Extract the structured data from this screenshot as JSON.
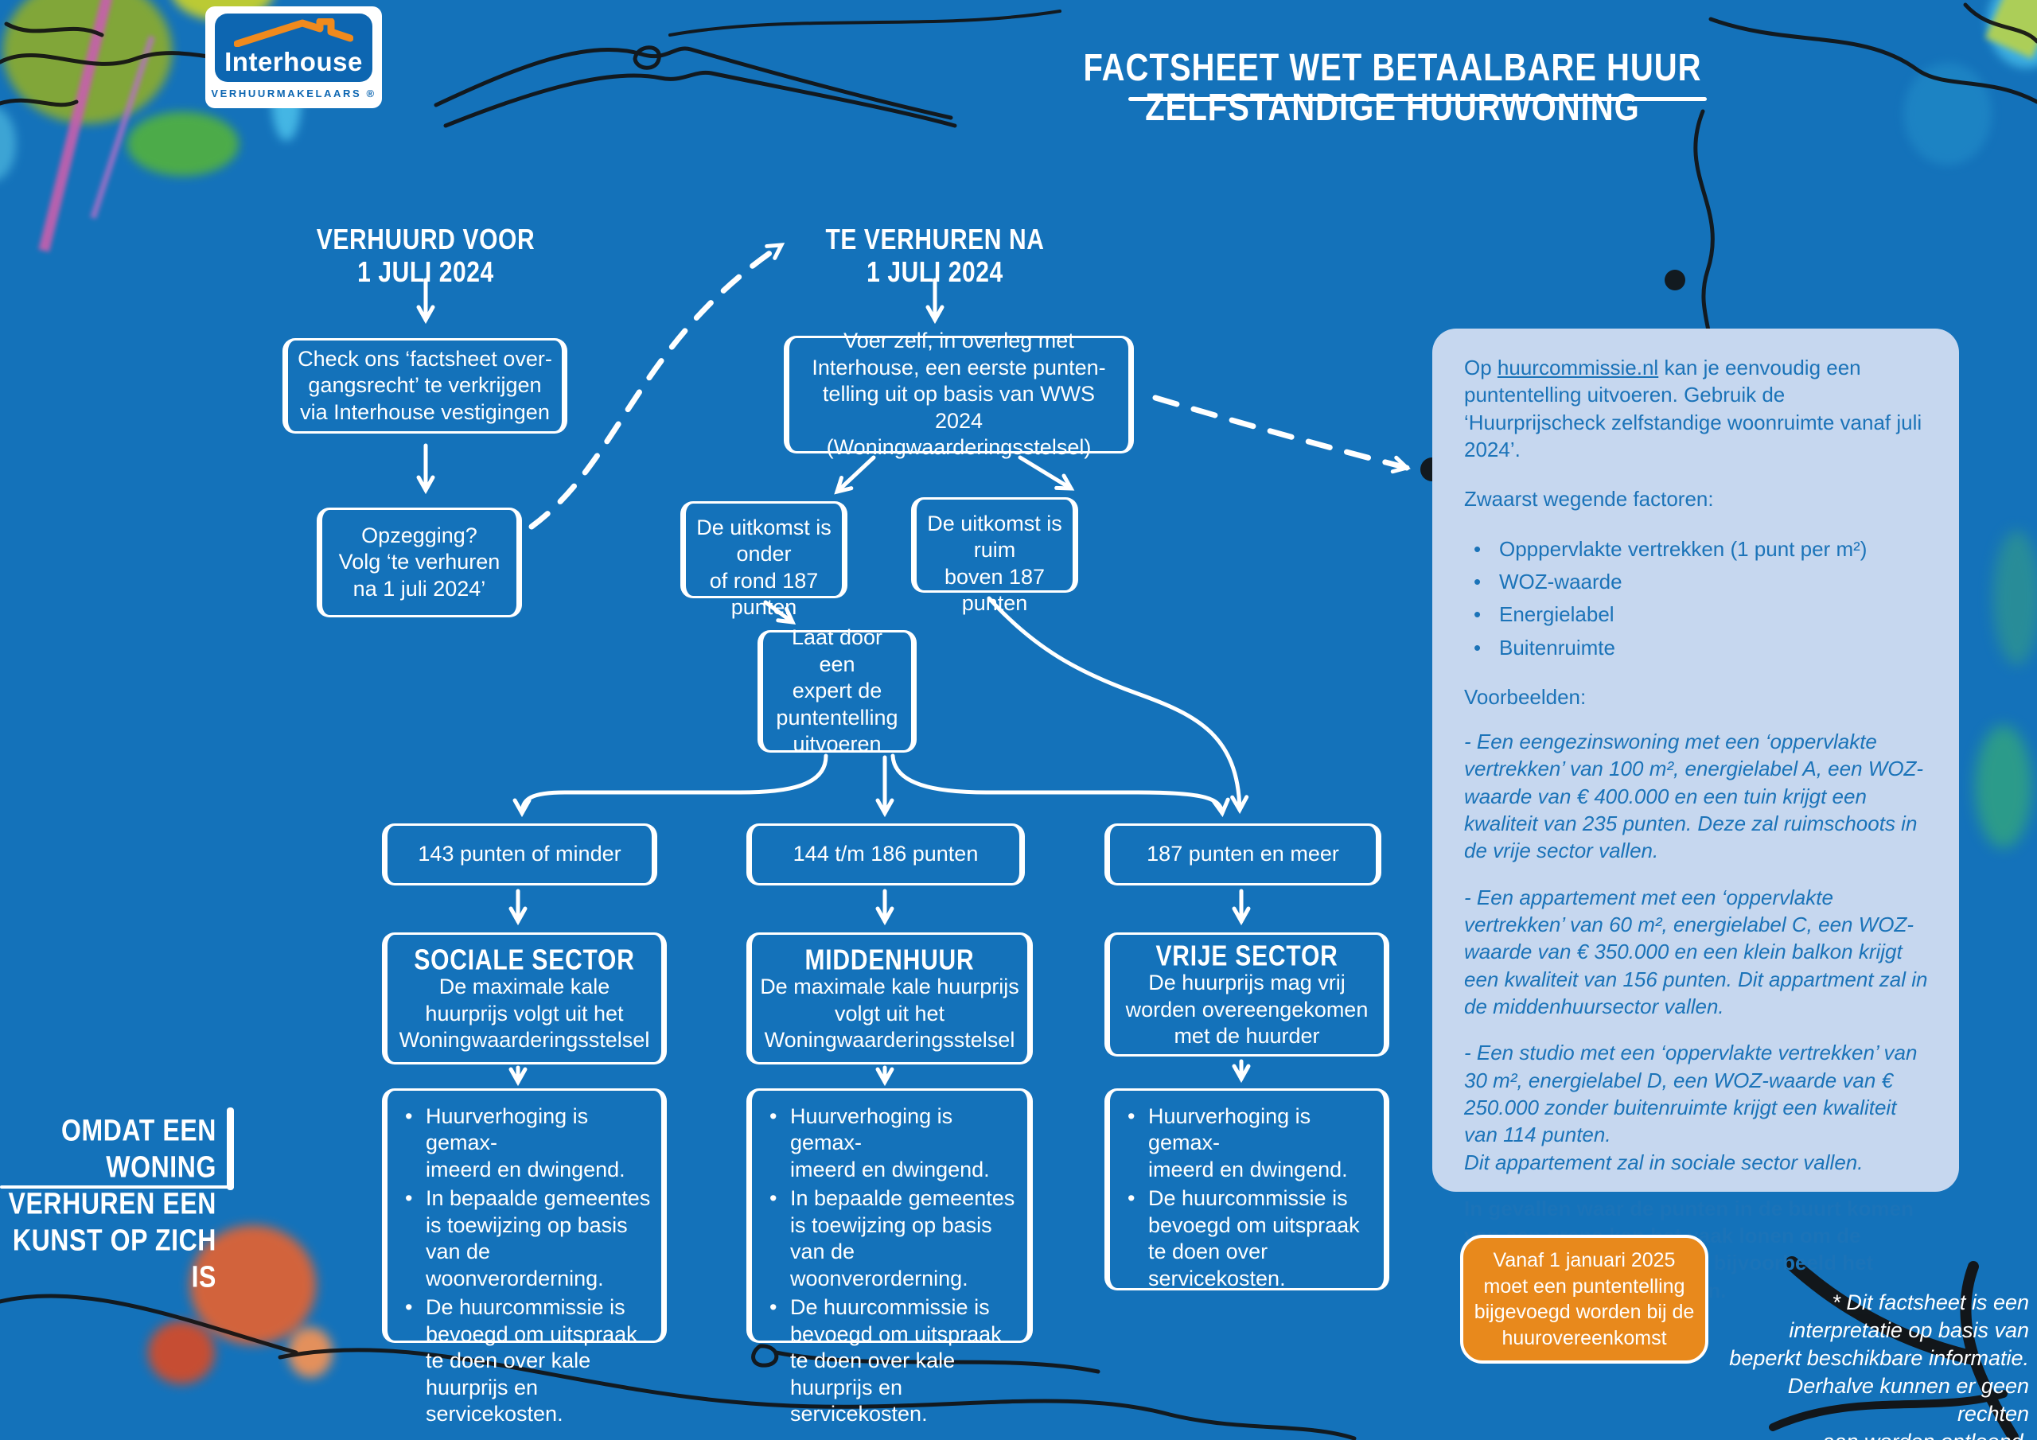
{
  "logo": {
    "brand": "Interhouse",
    "subtitle": "VERHUURMAKELAARS ®"
  },
  "title": "FACTSHEET WET BETAALBARE HUUR\nZELFSTANDIGE HUURWONING",
  "tagline": "OMDAT EEN WONING\nVERHUREN EEN\nKUNST OP ZICH IS",
  "flow": {
    "heading_left": "VERHUURD VOOR\n1 JULI 2024",
    "heading_right": "TE VERHUREN NA\n1 JULI 2024",
    "box_check": "Check ons ‘factsheet over-\ngangsrecht’ te verkrijgen\nvia Interhouse vestigingen",
    "box_opzegging": "Opzegging?\nVolg ‘te verhuren\nna 1 juli 2024’",
    "box_voer_zelf": "Voer zelf, in overleg met\nInterhouse, een eerste punten-\ntelling uit op basis van WWS 2024\n(Woningwaarderingsstelsel)",
    "box_onder": "De uitkomst is onder\nof rond 187 punten",
    "box_boven": "De uitkomst is ruim\nboven 187 punten",
    "box_expert": "Laat door een\nexpert de\npuntentelling\nuitvoeren",
    "columns": [
      {
        "points": "143 punten of minder",
        "sector_title": "SOCIALE SECTOR",
        "sector_body": "De maximale kale huurprijs volgt uit het Woningwaarderingsstelsel",
        "bullets": [
          "Huurverhoging is gemax-\nimeerd en dwingend.",
          "In bepaalde gemeentes is toewijzing op basis van de woonverorderning.",
          "De huurcommissie is bevoegd om uitspraak te doen over kale huurprijs en servicekosten."
        ]
      },
      {
        "points": "144 t/m 186 punten",
        "sector_title": "MIDDENHUUR",
        "sector_body": "De maximale kale huurprijs volgt uit het Woningwaarderingsstelsel",
        "bullets": [
          "Huurverhoging is gemax-\nimeerd en dwingend.",
          "In bepaalde gemeentes is toewijzing op basis van de woonverorderning.",
          "De huurcommissie is bevoegd om uitspraak te doen over kale huurprijs en servicekosten."
        ]
      },
      {
        "points": "187 punten en meer",
        "sector_title": "VRIJE SECTOR",
        "sector_body": "De huurprijs mag vrij worden overeengekomen met de huurder",
        "bullets": [
          "Huurverhoging is gemax-\nimeerd en dwingend.",
          "De huurcommissie is bevoegd om uitspraak te doen over servicekosten."
        ]
      }
    ]
  },
  "panel": {
    "intro_prefix": "Op ",
    "intro_link": "huurcommissie.nl",
    "intro_suffix": " kan je eenvoudig een puntentelling uitvoeren. Gebruik de ‘Huurprijscheck zelfstandige woonruimte vanaf juli 2024’.",
    "factors_heading": "Zwaarst wegende factoren:",
    "factors": [
      "Opppervlakte vertrekken (1 punt per m²)",
      "WOZ-waarde",
      "Energielabel",
      "Buitenruimte"
    ],
    "examples_heading": "Voorbeelden:",
    "examples": [
      "- Een eengezinswoning met een ‘oppervlakte vertrekken’ van 100 m², energielabel A, een WOZ-waarde van € 400.000 en een tuin krijgt een kwaliteit van 235 punten. Deze zal ruimschoots in de vrije sector vallen.",
      "- Een appartement met een ‘oppervlakte vertrekken’ van 60 m², energielabel C, een WOZ-waarde van € 350.000 en een klein balkon krijgt een kwaliteit van 156 punten. Dit appartment zal in de middenhuursector vallen.",
      "- Een studio met een ‘oppervlakte vertrekken’ van 30 m², energielabel D, een WOZ-waarde van € 250.000 zonder buitenruimte krijgt een kwaliteit van 114 punten.\nDit appartement zal in sociale sector vallen."
    ],
    "closing": "In gevallen waar de punten in de buurt komen van een grens kan het vaak lonen om de punten te verhogen door bijvoorbeeld het energielabel te verbeteren."
  },
  "note": "Vanaf 1 januari 2025 moet een puntentelling bijgevoegd worden bij de huurovereenkomst",
  "disclaimer": "* Dit factsheet is een\ninterpretatie op basis van\nbeperkt beschikbare informatie.\nDerhalve kunnen er geen rechten\naan worden ontleend.",
  "colors": {
    "background": "#1472BA",
    "panel_background": "#C6D7EF",
    "panel_text": "#1B73B8",
    "accent_orange": "#E8891C",
    "logo_blue": "#0D66B1",
    "roof_orange": "#F08A1D",
    "white": "#FFFFFF",
    "ink_black": "#121212"
  }
}
